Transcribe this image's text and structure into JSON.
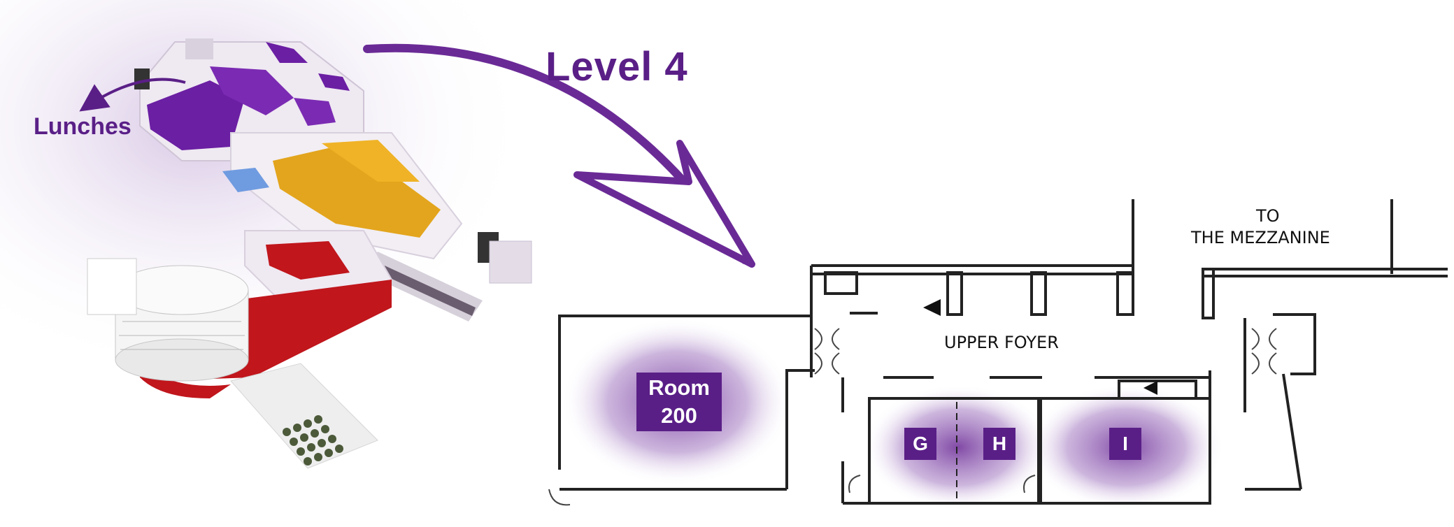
{
  "title": "Level 4",
  "callouts": {
    "lunches": "Lunches"
  },
  "rooms": {
    "room_200_line1": "Room",
    "room_200_line2": "200",
    "g": "G",
    "h": "H",
    "i": "I"
  },
  "plan_labels": {
    "upper_foyer": "UPPER FOYER",
    "mezzanine_line1": "TO",
    "mezzanine_line2": "THE MEZZANINE"
  },
  "colors": {
    "accent_purple": "#5a1f87",
    "lunch_area": "#6b1fa3",
    "gold_area": "#e3a51d",
    "red_area": "#c0161c",
    "blue_area": "#6f9be0",
    "wall": "#222222"
  }
}
